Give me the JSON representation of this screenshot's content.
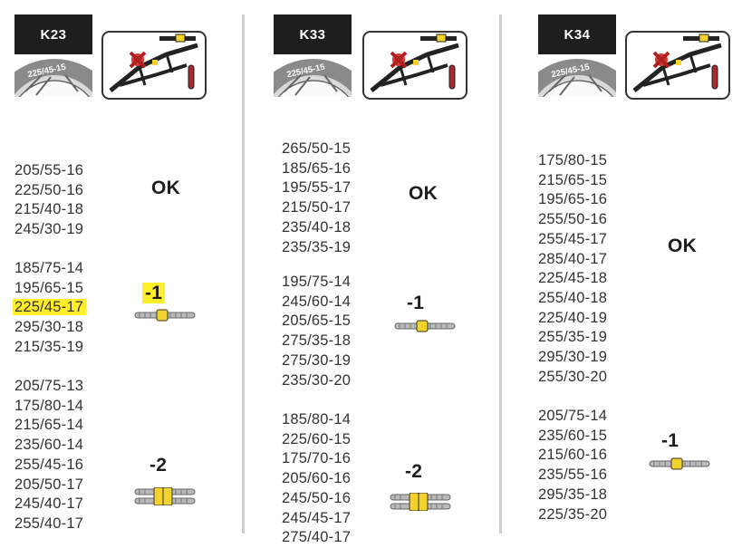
{
  "columns": [
    {
      "model": "K23",
      "tire_label": "225/45-15",
      "groups": [
        {
          "sizes": [
            "205/55-16",
            "225/50-16",
            "215/40-18",
            "245/30-19"
          ],
          "status": "OK"
        },
        {
          "sizes": [
            "185/75-14",
            "195/65-15",
            "225/45-17",
            "295/30-18",
            "215/35-19"
          ],
          "status": "-1",
          "highlight_index": 2
        },
        {
          "sizes": [
            "205/75-13",
            "175/80-14",
            "215/65-14",
            "235/60-14",
            "255/45-16",
            "205/50-17",
            "245/40-17",
            "255/40-17"
          ],
          "status": "-2"
        }
      ]
    },
    {
      "model": "K33",
      "tire_label": "225/45-15",
      "groups": [
        {
          "sizes": [
            "265/50-15",
            "185/65-16",
            "195/55-17",
            "215/50-17",
            "235/40-18",
            "235/35-19"
          ],
          "status": "OK"
        },
        {
          "sizes": [
            "195/75-14",
            "245/60-14",
            "205/65-15",
            "275/35-18",
            "275/30-19",
            "235/30-20"
          ],
          "status": "-1"
        },
        {
          "sizes": [
            "185/80-14",
            "225/60-15",
            "175/70-16",
            "205/60-16",
            "245/50-16",
            "245/45-17",
            "275/40-17"
          ],
          "status": "-2"
        }
      ]
    },
    {
      "model": "K34",
      "tire_label": "225/45-15",
      "groups": [
        {
          "sizes": [
            "175/80-15",
            "215/65-15",
            "195/65-16",
            "255/50-16",
            "255/45-17",
            "285/40-17",
            "225/45-18",
            "255/40-18",
            "225/40-19",
            "255/35-19",
            "295/30-19",
            "255/30-20"
          ],
          "status": "OK"
        },
        {
          "sizes": [
            "205/75-14",
            "235/60-15",
            "215/60-16",
            "235/55-16",
            "295/35-18",
            "225/35-20"
          ],
          "status": "-1"
        }
      ]
    }
  ],
  "colors": {
    "highlight": "#ffef2a",
    "badge": "#1e1e1e",
    "divider": "#cfcfcf"
  }
}
